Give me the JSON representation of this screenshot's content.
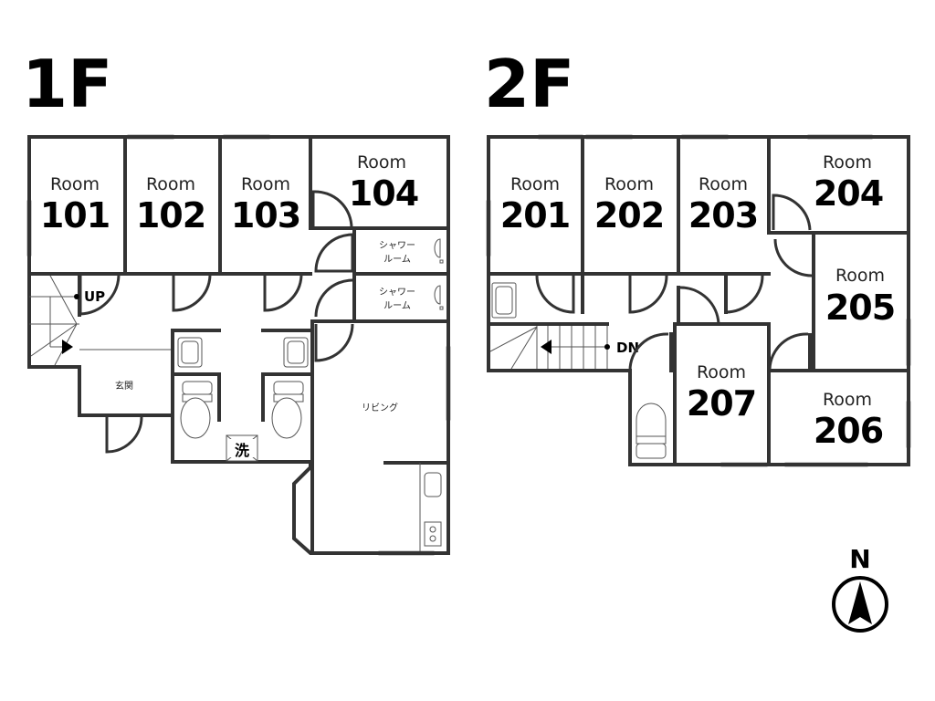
{
  "floors": [
    {
      "label": "1F",
      "rooms": [
        {
          "word": "Room",
          "number": "101"
        },
        {
          "word": "Room",
          "number": "102"
        },
        {
          "word": "Room",
          "number": "103"
        },
        {
          "word": "Room",
          "number": "104"
        }
      ],
      "shower_rooms": [
        {
          "line1": "シャワー",
          "line2": "ルーム"
        },
        {
          "line1": "シャワー",
          "line2": "ルーム"
        }
      ],
      "entrance": "玄関",
      "living": "リビング",
      "laundry": "洗",
      "stair_label": "UP"
    },
    {
      "label": "2F",
      "rooms": [
        {
          "word": "Room",
          "number": "201"
        },
        {
          "word": "Room",
          "number": "202"
        },
        {
          "word": "Room",
          "number": "203"
        },
        {
          "word": "Room",
          "number": "204"
        },
        {
          "word": "Room",
          "number": "205"
        },
        {
          "word": "Room",
          "number": "206"
        },
        {
          "word": "Room",
          "number": "207"
        }
      ],
      "stair_label": "DN"
    }
  ],
  "compass": {
    "label": "N"
  }
}
